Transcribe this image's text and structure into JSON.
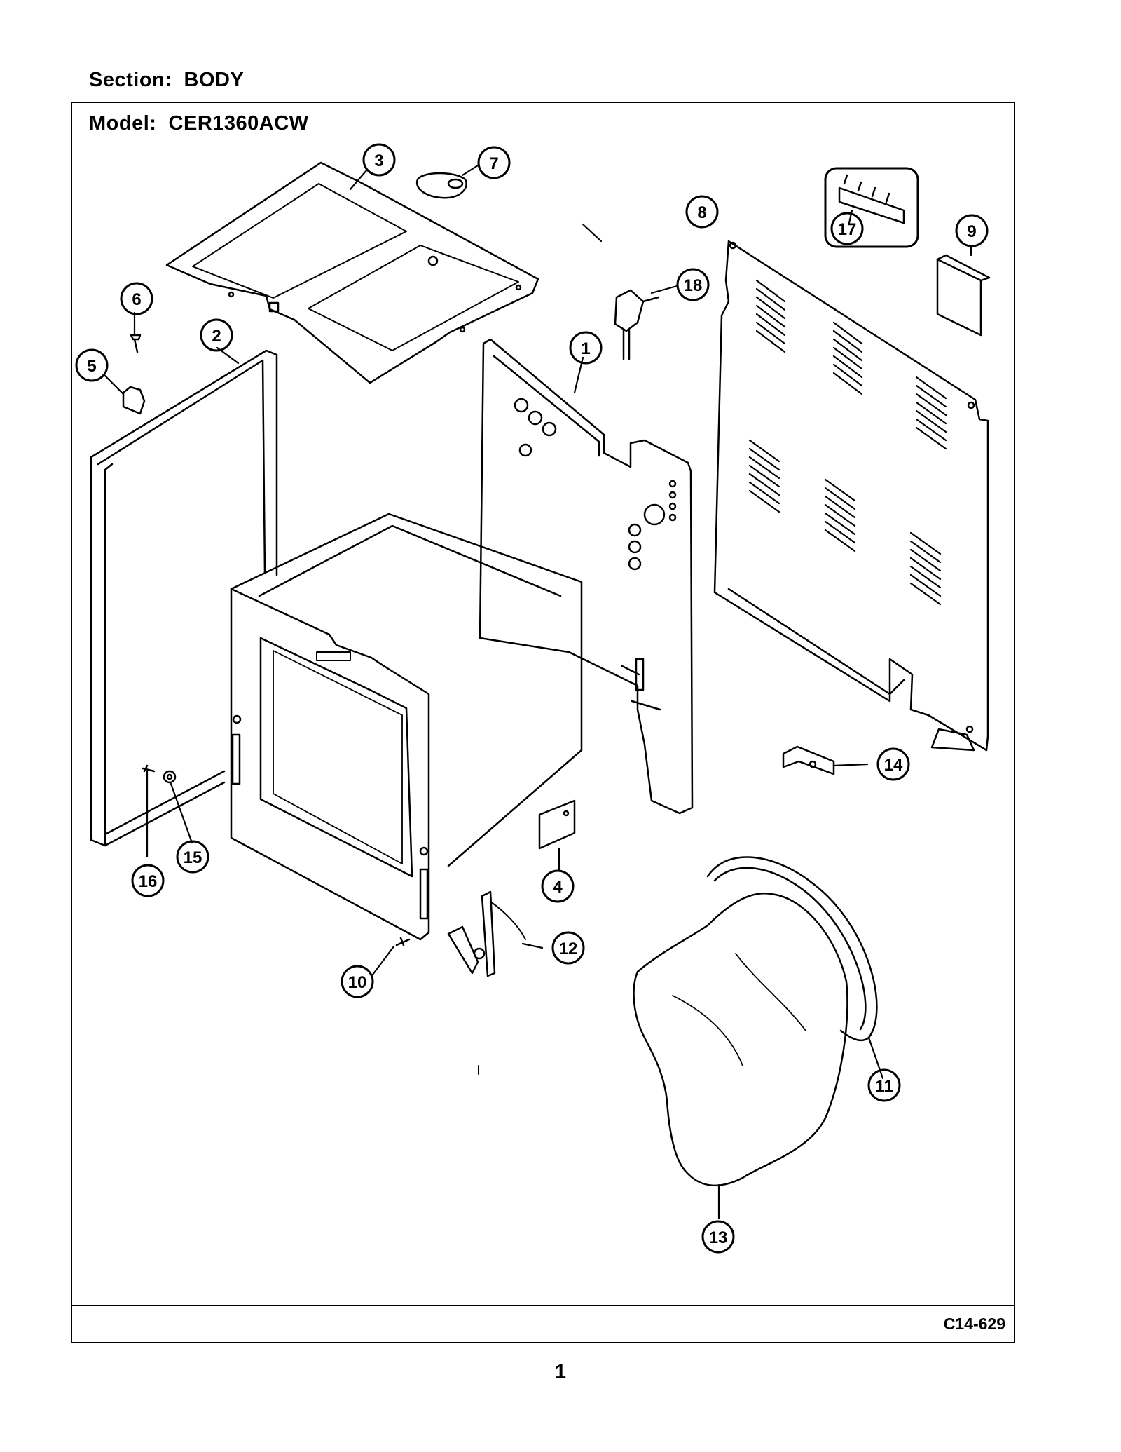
{
  "header": {
    "section_label": "Section:  BODY"
  },
  "frame": {
    "model_label": "Model:  CER1360ACW"
  },
  "footer": {
    "diagram_code": "C14-629",
    "page_number": "1"
  },
  "callouts": [
    "1",
    "2",
    "3",
    "4",
    "5",
    "6",
    "7",
    "8",
    "9",
    "10",
    "11",
    "12",
    "13",
    "14",
    "15",
    "16",
    "17",
    "18"
  ]
}
